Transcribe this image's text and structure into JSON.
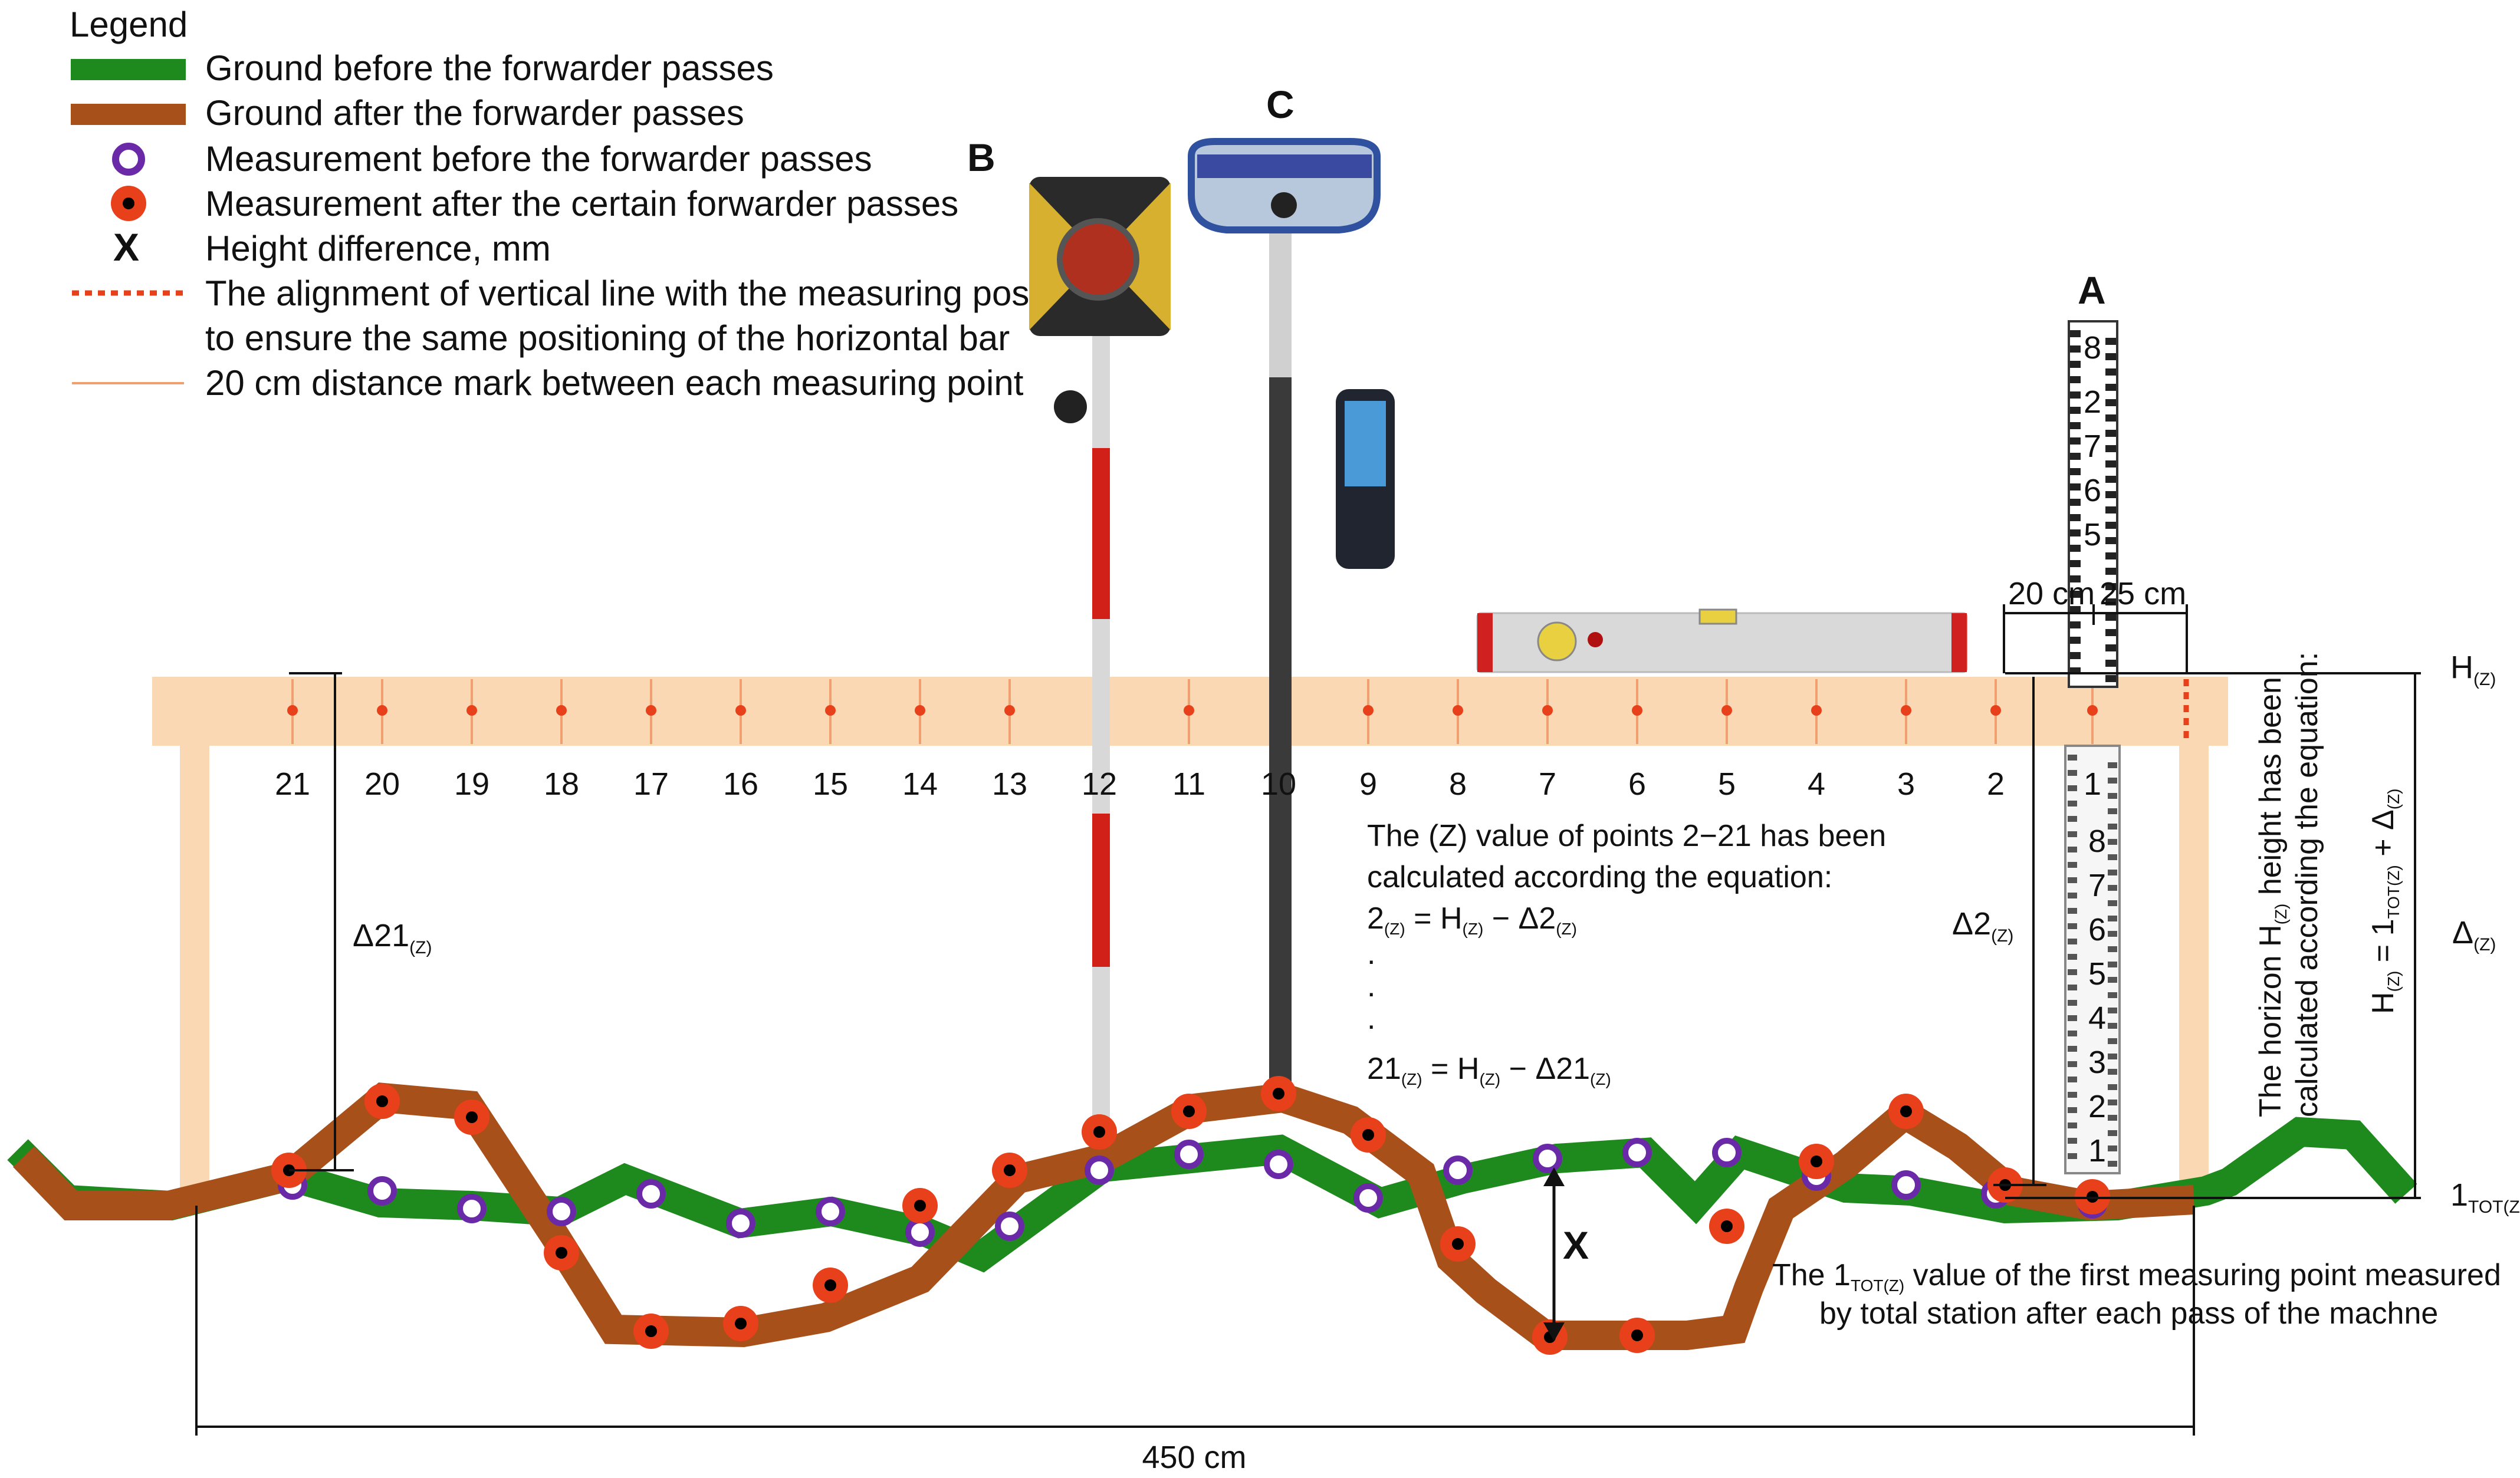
{
  "legend": {
    "title": "Legend",
    "items": [
      {
        "type": "green-band",
        "label": "Ground before the forwarder passes",
        "color": "#1e8a1e"
      },
      {
        "type": "brown-band",
        "label": "Ground after the forwarder passes",
        "color": "#a8501a"
      },
      {
        "type": "purple-ring",
        "label": "Measurement before the forwarder passes",
        "color": "#6a2aa8"
      },
      {
        "type": "red-dot",
        "label": "Measurement after the certain forwarder passes",
        "color": "#e8401a"
      },
      {
        "type": "x-mark",
        "label": "Height difference, mm",
        "symbol": "X"
      },
      {
        "type": "dotted-line",
        "label": "The alignment of vertical line with the measuring position",
        "label2": "to ensure the same positioning of the horizontal bar",
        "color": "#e8401a"
      },
      {
        "type": "thin-line",
        "label": "20 cm distance mark between each measuring point",
        "color": "#f0a070"
      }
    ]
  },
  "instruments": {
    "A": "A",
    "B": "B",
    "C": "C"
  },
  "rod_A": {
    "upper_digits": [
      "8",
      "2",
      "7",
      "6",
      "5"
    ],
    "lower_digits": [
      "8",
      "7",
      "6",
      "5",
      "4",
      "3",
      "2",
      "1"
    ]
  },
  "point_labels": [
    "21",
    "20",
    "19",
    "18",
    "17",
    "16",
    "15",
    "14",
    "13",
    "12",
    "11",
    "10",
    "9",
    "8",
    "7",
    "6",
    "5",
    "4",
    "3",
    "2",
    "1"
  ],
  "labels": {
    "dim_20cm": "20 cm",
    "dim_25cm": "25 cm",
    "h_main": "H",
    "sub_z": "(Z)",
    "tot_main": "1",
    "sub_totz": "TOT(Z)",
    "delta": "Δ",
    "delta21_main": "Δ21",
    "delta2_main": "Δ2",
    "x_mark": "X",
    "width_450": "450 cm",
    "eq_line1": "The (Z) value of points 2−21 has been",
    "eq_line2": "calculated according the equation:",
    "eq_2_main": "2",
    "eq_minus_h": " = H",
    "eq_minus_delta2": " − Δ2",
    "eq_21_main": "21",
    "eq_minus_delta21": " − Δ21",
    "eq_dot": ".",
    "horizon_line1": "The horizon H",
    "horizon_line1b": " height has been",
    "horizon_line2": "calculated according the equation:",
    "horizon_eq_h": "H",
    "horizon_eq_eq": " = 1",
    "horizon_eq_plus": " + Δ",
    "note_line1_pre": "The 1",
    "note_line1_post": " value of the first measuring point measured",
    "note_line2": "by total station after each pass of the machne"
  },
  "colors": {
    "green": "#1e8a1e",
    "brown": "#a8501a",
    "purple": "#6a2aa8",
    "red": "#e8401a",
    "bar": "#fbd8b4",
    "bar_dot": "#e8401a"
  }
}
